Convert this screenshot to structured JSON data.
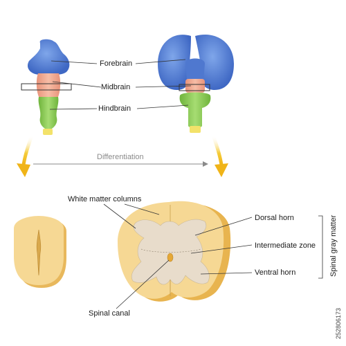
{
  "labels": {
    "forebrain": "Forebrain",
    "midbrain": "Midbrain",
    "hindbrain": "Hindbrain",
    "differentiation": "Differentiation",
    "white_matter": "White matter columns",
    "spinal_canal": "Spinal canal",
    "dorsal_horn": "Dorsal horn",
    "intermediate_zone": "Intermediate zone",
    "ventral_horn": "Ventral horn",
    "spinal_gray_matter": "Spinal gray matter"
  },
  "stock_id": "252806173",
  "colors": {
    "forebrain": "#5b83d6",
    "midbrain": "#f0a88e",
    "hindbrain": "#8fcf5a",
    "tip": "#f3e26a",
    "white_matter": "#f3d48a",
    "gray_matter": "#e7dccb",
    "arrow": "#f2c020"
  }
}
